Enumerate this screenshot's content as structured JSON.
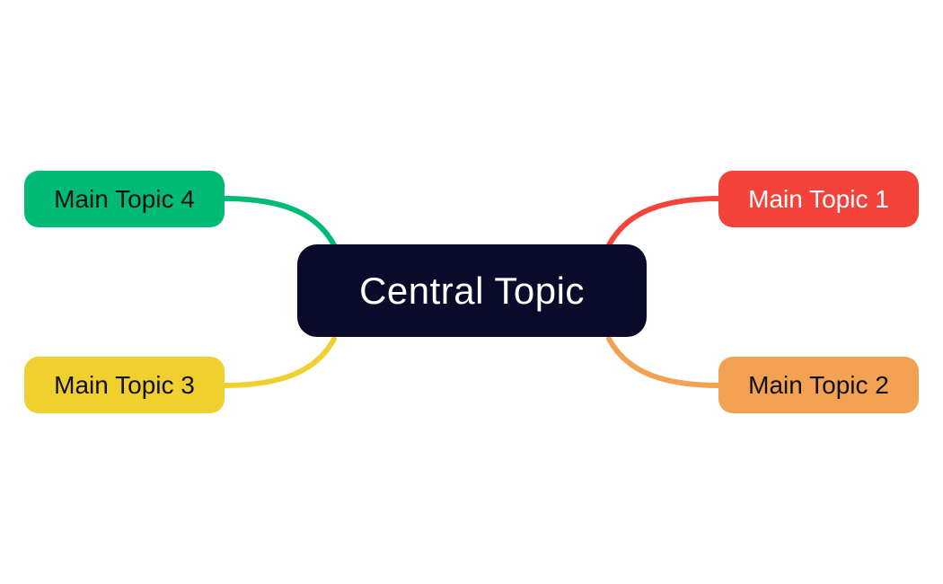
{
  "canvas": {
    "background": "#ffffff"
  },
  "central": {
    "label": "Central Topic",
    "bg": "#0A0A2B",
    "text_color": "#FFFFFF"
  },
  "topics": [
    {
      "label": "Main Topic 1",
      "bg": "#F4433B",
      "text_color": "#FFFFFF",
      "position": "top-right"
    },
    {
      "label": "Main Topic 2",
      "bg": "#F3A254",
      "text_color": "#111111",
      "position": "bottom-right"
    },
    {
      "label": "Main Topic 3",
      "bg": "#EFD02E",
      "text_color": "#111111",
      "position": "bottom-left"
    },
    {
      "label": "Main Topic 4",
      "bg": "#00BA75",
      "text_color": "#111111",
      "position": "top-left"
    }
  ],
  "connections": [
    {
      "from": "Central Topic",
      "to": "Main Topic 1",
      "color": "#F4433B"
    },
    {
      "from": "Central Topic",
      "to": "Main Topic 2",
      "color": "#F3A254"
    },
    {
      "from": "Central Topic",
      "to": "Main Topic 3",
      "color": "#EFD02E"
    },
    {
      "from": "Central Topic",
      "to": "Main Topic 4",
      "color": "#00BA75"
    }
  ]
}
